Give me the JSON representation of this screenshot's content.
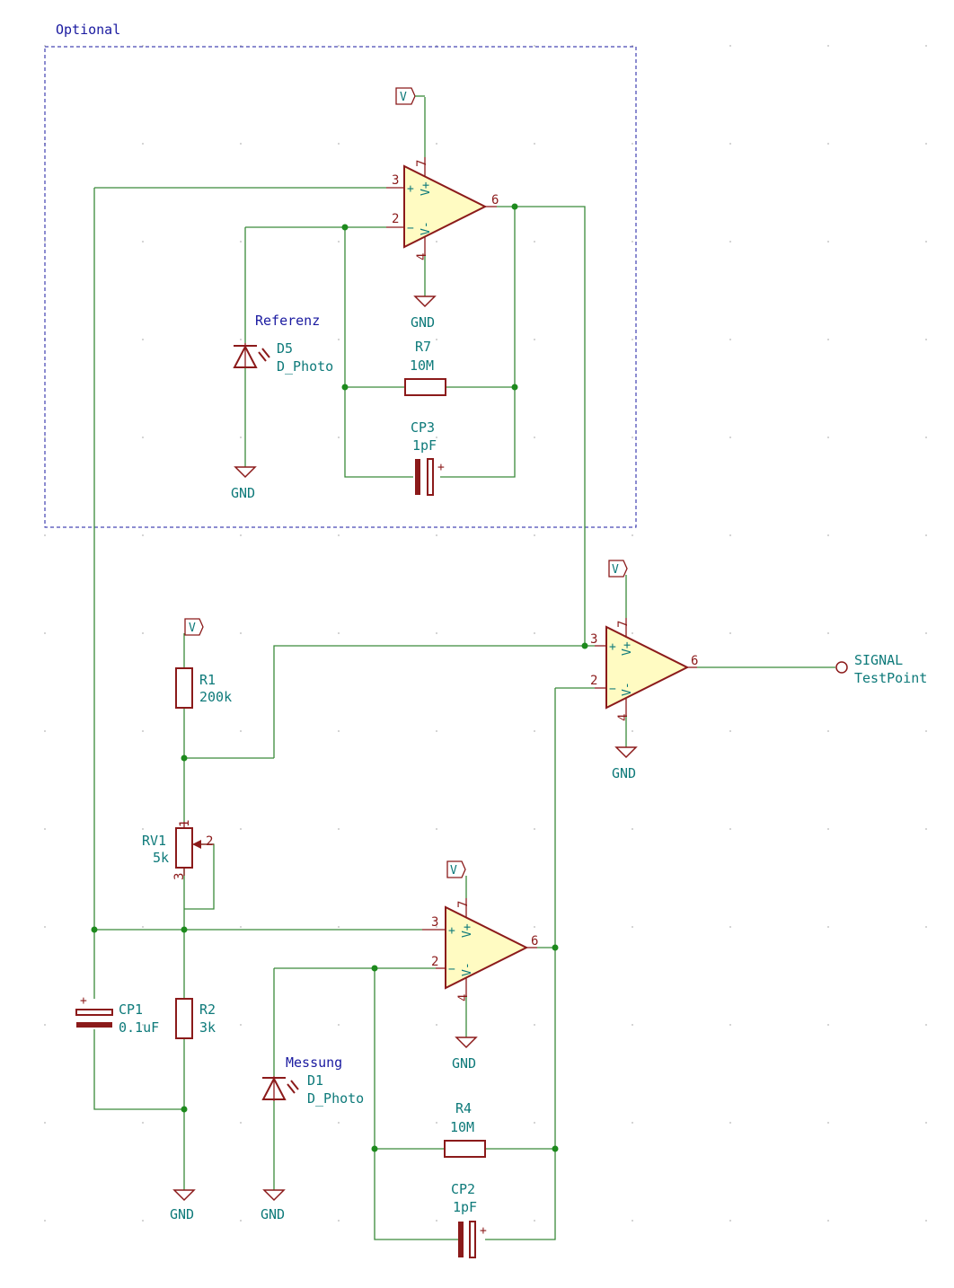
{
  "region": {
    "title": "Optional"
  },
  "notes": {
    "referenz": "Referenz",
    "messung": "Messung"
  },
  "power": {
    "v": "V",
    "gnd": "GND"
  },
  "opamps": {
    "u_top": {
      "in_plus": "3",
      "in_minus": "2",
      "out": "6",
      "vplus": "7",
      "vminus": "4",
      "name_plus": "V+",
      "name_minus": "V-"
    },
    "u_mid": {
      "in_plus": "3",
      "in_minus": "2",
      "out": "6",
      "vplus": "7",
      "vminus": "4",
      "name_plus": "V+",
      "name_minus": "V-"
    },
    "u_bot": {
      "in_plus": "3",
      "in_minus": "2",
      "out": "6",
      "vplus": "7",
      "vminus": "4",
      "name_plus": "V+",
      "name_minus": "V-"
    }
  },
  "components": {
    "d5": {
      "ref": "D5",
      "value": "D_Photo"
    },
    "r7": {
      "ref": "R7",
      "value": "10M"
    },
    "cp3": {
      "ref": "CP3",
      "value": "1pF"
    },
    "r1": {
      "ref": "R1",
      "value": "200k"
    },
    "rv1": {
      "ref": "RV1",
      "value": "5k",
      "pin1": "1",
      "pin2": "2",
      "pin3": "3"
    },
    "r2": {
      "ref": "R2",
      "value": "3k"
    },
    "cp1": {
      "ref": "CP1",
      "value": "0.1uF"
    },
    "d1": {
      "ref": "D1",
      "value": "D_Photo"
    },
    "r4": {
      "ref": "R4",
      "value": "10M"
    },
    "cp2": {
      "ref": "CP2",
      "value": "1pF"
    },
    "tp": {
      "ref": "SIGNAL",
      "value": "TestPoint"
    }
  },
  "polarity": {
    "plus": "+",
    "minus": "−"
  },
  "colors": {
    "wire": "#3a8a3a",
    "symbol": "#8b1a1a",
    "symbol_fill": "#fffbc2",
    "label": "#0e7a7a",
    "note": "#1a1aa0"
  }
}
